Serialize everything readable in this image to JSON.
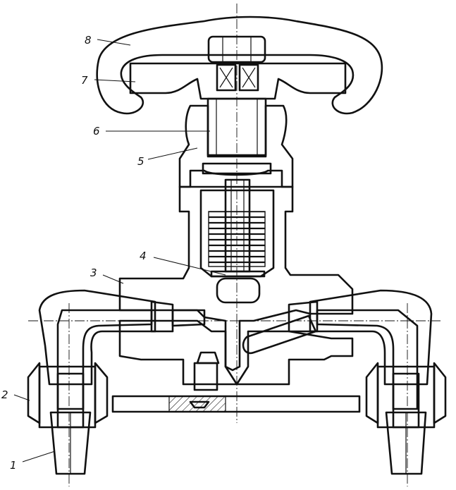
{
  "labels": [
    {
      "id": "1",
      "text": "1"
    },
    {
      "id": "2",
      "text": "2"
    },
    {
      "id": "3",
      "text": "3"
    },
    {
      "id": "4",
      "text": "4"
    },
    {
      "id": "5",
      "text": "5"
    },
    {
      "id": "6",
      "text": "6"
    },
    {
      "id": "7",
      "text": "7"
    },
    {
      "id": "8",
      "text": "8"
    }
  ],
  "colors": {
    "ink": "#111111",
    "paper": "#ffffff"
  }
}
